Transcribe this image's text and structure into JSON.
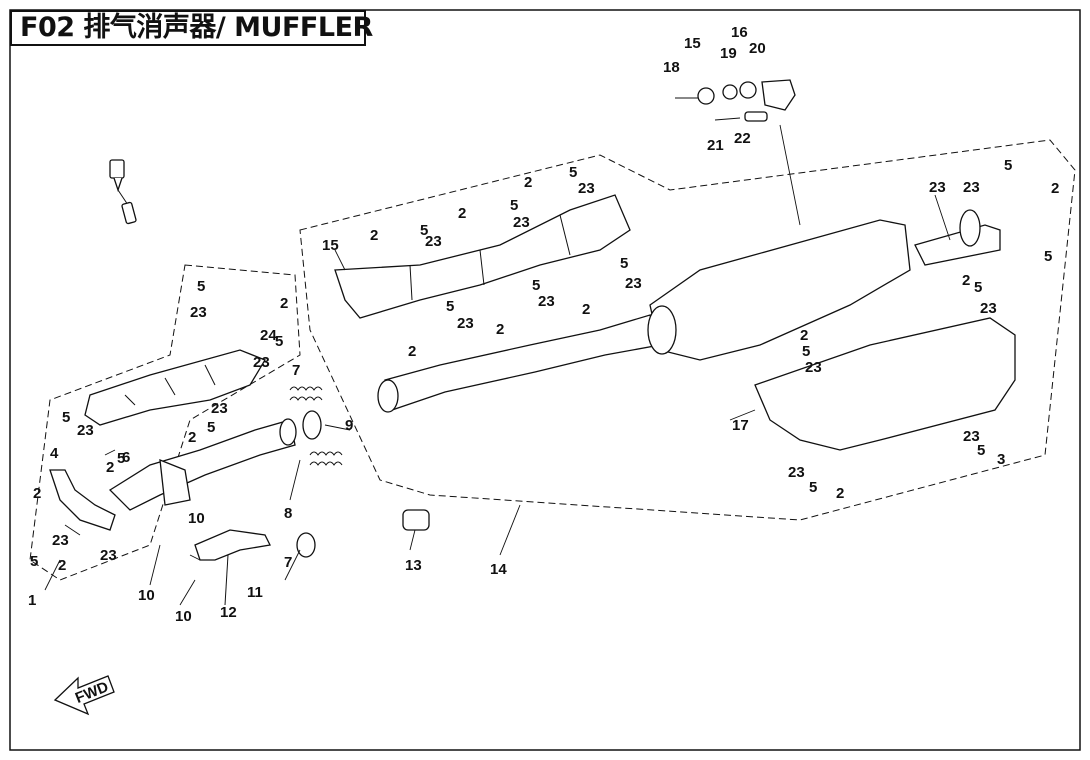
{
  "title": "F02 排气消声器/ MUFFLER",
  "fwd_label": "FWD",
  "callouts": [
    {
      "id": "c-1",
      "label": "1"
    },
    {
      "id": "c-2a",
      "label": "2"
    },
    {
      "id": "c-2b",
      "label": "2"
    },
    {
      "id": "c-2c",
      "label": "2"
    },
    {
      "id": "c-2d",
      "label": "2"
    },
    {
      "id": "c-2e",
      "label": "2"
    },
    {
      "id": "c-2f",
      "label": "2"
    },
    {
      "id": "c-2g",
      "label": "2"
    },
    {
      "id": "c-2h",
      "label": "2"
    },
    {
      "id": "c-2i",
      "label": "2"
    },
    {
      "id": "c-2j",
      "label": "2"
    },
    {
      "id": "c-2k",
      "label": "2"
    },
    {
      "id": "c-2l",
      "label": "2"
    },
    {
      "id": "c-2m",
      "label": "2"
    },
    {
      "id": "c-2n",
      "label": "2"
    },
    {
      "id": "c-2o",
      "label": "2"
    },
    {
      "id": "c-3",
      "label": "3"
    },
    {
      "id": "c-4",
      "label": "4"
    },
    {
      "id": "c-5a",
      "label": "5"
    },
    {
      "id": "c-5b",
      "label": "5"
    },
    {
      "id": "c-5c",
      "label": "5"
    },
    {
      "id": "c-5d",
      "label": "5"
    },
    {
      "id": "c-5e",
      "label": "5"
    },
    {
      "id": "c-5f",
      "label": "5"
    },
    {
      "id": "c-5g",
      "label": "5"
    },
    {
      "id": "c-5h",
      "label": "5"
    },
    {
      "id": "c-5i",
      "label": "5"
    },
    {
      "id": "c-5j",
      "label": "5"
    },
    {
      "id": "c-5k",
      "label": "5"
    },
    {
      "id": "c-5l",
      "label": "5"
    },
    {
      "id": "c-5m",
      "label": "5"
    },
    {
      "id": "c-5n",
      "label": "5"
    },
    {
      "id": "c-5o",
      "label": "5"
    },
    {
      "id": "c-5p",
      "label": "5"
    },
    {
      "id": "c-5q",
      "label": "5"
    },
    {
      "id": "c-5r",
      "label": "5"
    },
    {
      "id": "c-6",
      "label": "6"
    },
    {
      "id": "c-7a",
      "label": "7"
    },
    {
      "id": "c-7b",
      "label": "7"
    },
    {
      "id": "c-8",
      "label": "8"
    },
    {
      "id": "c-9",
      "label": "9"
    },
    {
      "id": "c-10a",
      "label": "10"
    },
    {
      "id": "c-10b",
      "label": "10"
    },
    {
      "id": "c-10c",
      "label": "10"
    },
    {
      "id": "c-11",
      "label": "11"
    },
    {
      "id": "c-12",
      "label": "12"
    },
    {
      "id": "c-13",
      "label": "13"
    },
    {
      "id": "c-14",
      "label": "14"
    },
    {
      "id": "c-15a",
      "label": "15"
    },
    {
      "id": "c-15b",
      "label": "15"
    },
    {
      "id": "c-16",
      "label": "16"
    },
    {
      "id": "c-17",
      "label": "17"
    },
    {
      "id": "c-18",
      "label": "18"
    },
    {
      "id": "c-19",
      "label": "19"
    },
    {
      "id": "c-20",
      "label": "20"
    },
    {
      "id": "c-21",
      "label": "21"
    },
    {
      "id": "c-22",
      "label": "22"
    },
    {
      "id": "c-23a",
      "label": "23"
    },
    {
      "id": "c-23b",
      "label": "23"
    },
    {
      "id": "c-23c",
      "label": "23"
    },
    {
      "id": "c-23d",
      "label": "23"
    },
    {
      "id": "c-23e",
      "label": "23"
    },
    {
      "id": "c-23f",
      "label": "23"
    },
    {
      "id": "c-23g",
      "label": "23"
    },
    {
      "id": "c-23h",
      "label": "23"
    },
    {
      "id": "c-23i",
      "label": "23"
    },
    {
      "id": "c-23j",
      "label": "23"
    },
    {
      "id": "c-23k",
      "label": "23"
    },
    {
      "id": "c-23l",
      "label": "23"
    },
    {
      "id": "c-23m",
      "label": "23"
    },
    {
      "id": "c-23n",
      "label": "23"
    },
    {
      "id": "c-23o",
      "label": "23"
    },
    {
      "id": "c-23p",
      "label": "23"
    },
    {
      "id": "c-23q",
      "label": "23"
    },
    {
      "id": "c-23r",
      "label": "23"
    },
    {
      "id": "c-24",
      "label": "24"
    }
  ]
}
